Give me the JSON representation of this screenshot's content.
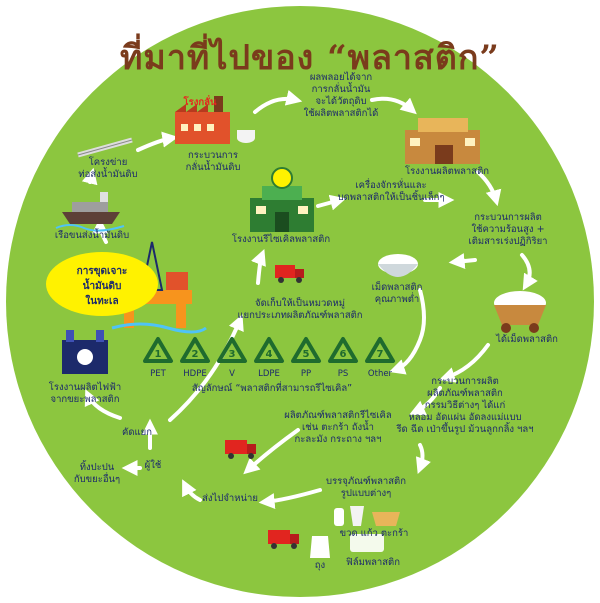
{
  "title": "ที่มาที่ไปของ “พลาสติก”",
  "nodes": {
    "refinery": "โรงกลั่น",
    "refining_process": "กระบวนการ\nกลั่นน้ำมันดิบ",
    "byproduct": "ผลพลอยได้จาก\nการกลั่นน้ำมัน\nจะได้วัตถุดิบ\nใช้ผลิตพลาสติกได้",
    "plastic_factory": "โรงงานผลิตพลาสติก",
    "machine": "เครื่องจักรหั่นและ\nบดพลาสติกให้เป็นชิ้นเล็กๆ",
    "recycle_factory": "โรงงานรีไซเคิลพลาสติก",
    "production_process": "กระบวนการผลิต\nใช้ความร้อนสูง +\nเติมสารเร่งปฏิกิริยา",
    "low_quality_pellets": "เม็ดพลาสติก\nคุณภาพต่ำ",
    "plastic_pellets": "ได้เม็ดพลาสติก",
    "pipeline": "โครงข่าย\nท่อส่งน้ำมันดิบ",
    "ship": "เรือขนส่งน้ำมันดิบ",
    "drilling": "การขุดเจาะ\nน้ำมันดิบ\nในทะเล",
    "collect": "จัดเก็บให้เป็นหมวดหมู่\nแยกประเภทผลิตภัณฑ์พลาสติก",
    "power_plant": "โรงงานผลิตไฟฟ้า\nจากขยะพลาสติก",
    "product_process": "กระบวนการผลิต\nผลิตภัณฑ์พลาสติก\nกรรมวิธีต่างๆ ได้แก่\nหลอม อัดแผ่น อัดลงแม่แบบ\nรีด ฉีด เป่าขึ้นรูป ม้วนลูกกลิ้ง ฯลฯ",
    "recycled_products": "ผลิตภัณฑ์พลาสติกรีไซเคิล\nเช่น ตะกร้า ถังน้ำ\nกะละมัง กระถาง ฯลฯ",
    "sort": "คัดแยก",
    "discard": "ทิ้งปะปน\nกับขยะอื่นๆ",
    "user": "ผู้ใช้",
    "distribute": "ส่งไปจำหน่าย",
    "packaging": "บรรจุภัณฑ์พลาสติก\nรูปแบบต่างๆ",
    "bottle_glass_basket": "ขวด แก้ว ตะกร้า",
    "bag": "ถุง",
    "film": "ฟิล์มพลาสติก"
  },
  "recycle_symbols": [
    {
      "num": "1",
      "code": "PET"
    },
    {
      "num": "2",
      "code": "HDPE"
    },
    {
      "num": "3",
      "code": "V"
    },
    {
      "num": "4",
      "code": "LDPE"
    },
    {
      "num": "5",
      "code": "PP"
    },
    {
      "num": "6",
      "code": "PS"
    },
    {
      "num": "7",
      "code": "Other"
    }
  ],
  "recycle_caption": "สัญลักษณ์ “พลาสติกที่สามารถรีไซเคิล”",
  "colors": {
    "background": "#8cc63f",
    "title": "#7a3b1c",
    "text": "#1c2a6b",
    "recycle_symbol": "#1f6b2e",
    "arrow": "#ffffff",
    "bubble": "#fff200"
  }
}
